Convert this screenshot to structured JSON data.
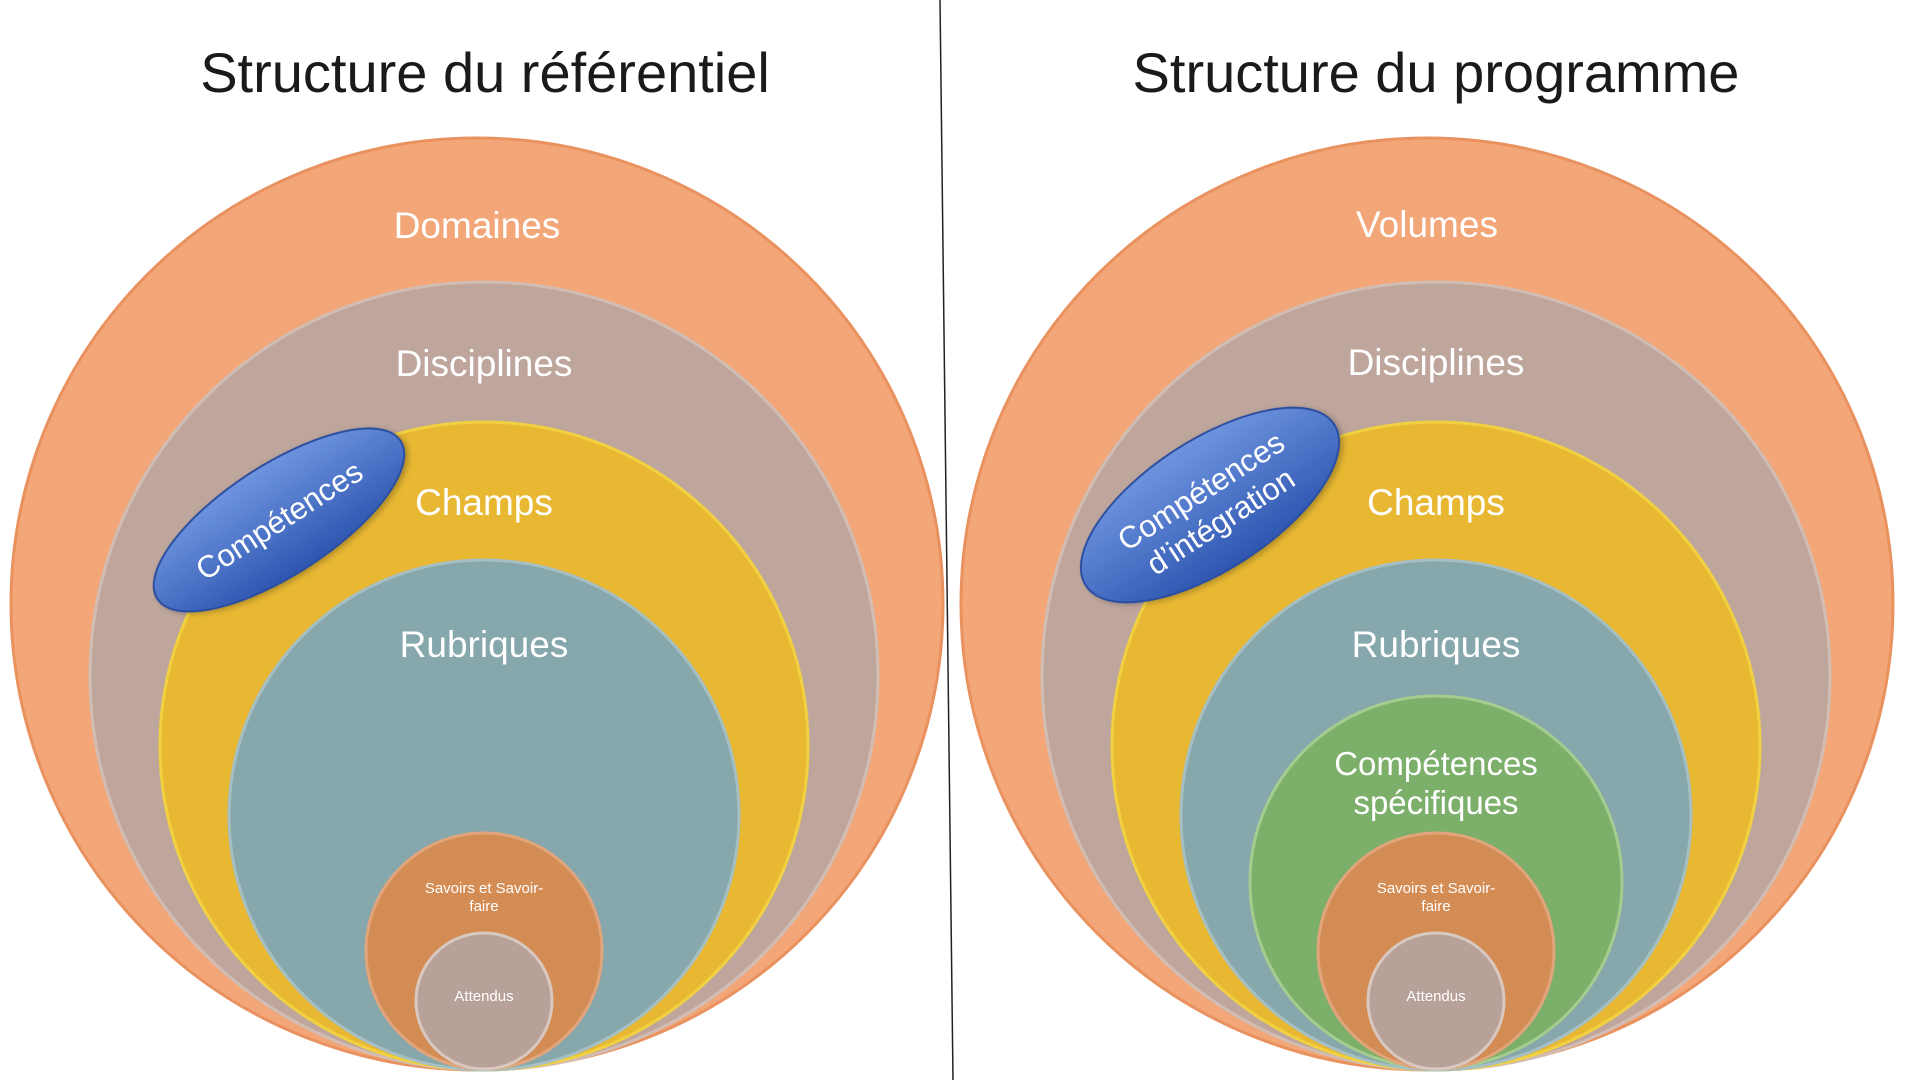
{
  "diagrams": [
    {
      "title": "Structure du référentiel",
      "levels": [
        {
          "label": "Domaines",
          "color": "#F3A677"
        },
        {
          "label": "Disciplines",
          "color": "#BEA69C"
        },
        {
          "label": "Champs",
          "color": "#E8B833"
        },
        {
          "label": "Rubriques",
          "color": "#86A7AB"
        },
        {
          "label": "Savoirs et Savoir-faire",
          "color": "#D48C55"
        },
        {
          "label": "Attendus",
          "color": "#B8A198"
        }
      ],
      "overlay": {
        "label": "Compétences",
        "color": "#3F6CC6"
      }
    },
    {
      "title": "Structure du programme",
      "levels": [
        {
          "label": "Volumes",
          "color": "#F3A677"
        },
        {
          "label": "Disciplines",
          "color": "#BEA69C"
        },
        {
          "label": "Champs",
          "color": "#E8B833"
        },
        {
          "label": "Rubriques",
          "color": "#86A7AB"
        },
        {
          "label": "Compétences spécifiques",
          "color": "#7CAF6A"
        },
        {
          "label": "Savoirs et Savoir-faire",
          "color": "#D48C55"
        },
        {
          "label": "Attendus",
          "color": "#B8A198"
        }
      ],
      "overlay": {
        "label": "Compétences d’intégration",
        "color": "#3F6CC6"
      }
    }
  ]
}
